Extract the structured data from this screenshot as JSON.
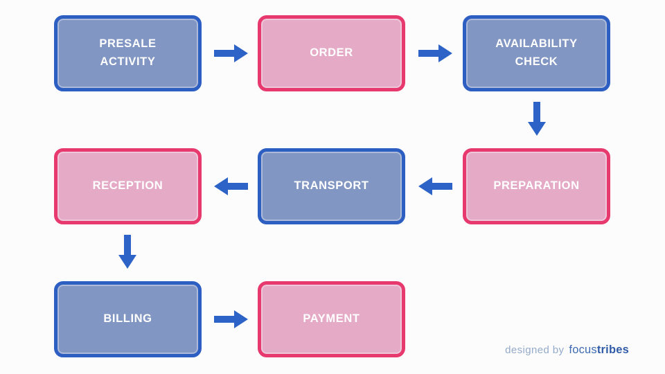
{
  "diagram": {
    "nodes": [
      {
        "id": "presale-activity",
        "label": "PRESALE\nACTIVITY",
        "color": "blue"
      },
      {
        "id": "order",
        "label": "ORDER",
        "color": "pink"
      },
      {
        "id": "availability-check",
        "label": "AVAILABILITY\nCHECK",
        "color": "blue"
      },
      {
        "id": "preparation",
        "label": "PREPARATION",
        "color": "pink"
      },
      {
        "id": "transport",
        "label": "TRANSPORT",
        "color": "blue"
      },
      {
        "id": "reception",
        "label": "RECEPTION",
        "color": "pink"
      },
      {
        "id": "billing",
        "label": "BILLING",
        "color": "blue"
      },
      {
        "id": "payment",
        "label": "PAYMENT",
        "color": "pink"
      }
    ],
    "flow": [
      "presale-activity -> order",
      "order -> availability-check",
      "availability-check -> preparation",
      "preparation -> transport",
      "transport -> reception",
      "reception -> billing",
      "billing -> payment"
    ]
  },
  "colors": {
    "background": "#fcfcfc",
    "blue_fill": "#8296c3",
    "blue_border": "#2d5ec2",
    "pink_fill": "#e5abc6",
    "pink_border": "#e8396f",
    "arrow": "#2d62c6",
    "node_text": "#ffffff",
    "credit_muted": "#94aacb",
    "credit_brand": "#3e6ab3"
  },
  "credit": {
    "designed_by": "designed by",
    "brand_focus": "focus",
    "brand_tribes": "tribes"
  }
}
